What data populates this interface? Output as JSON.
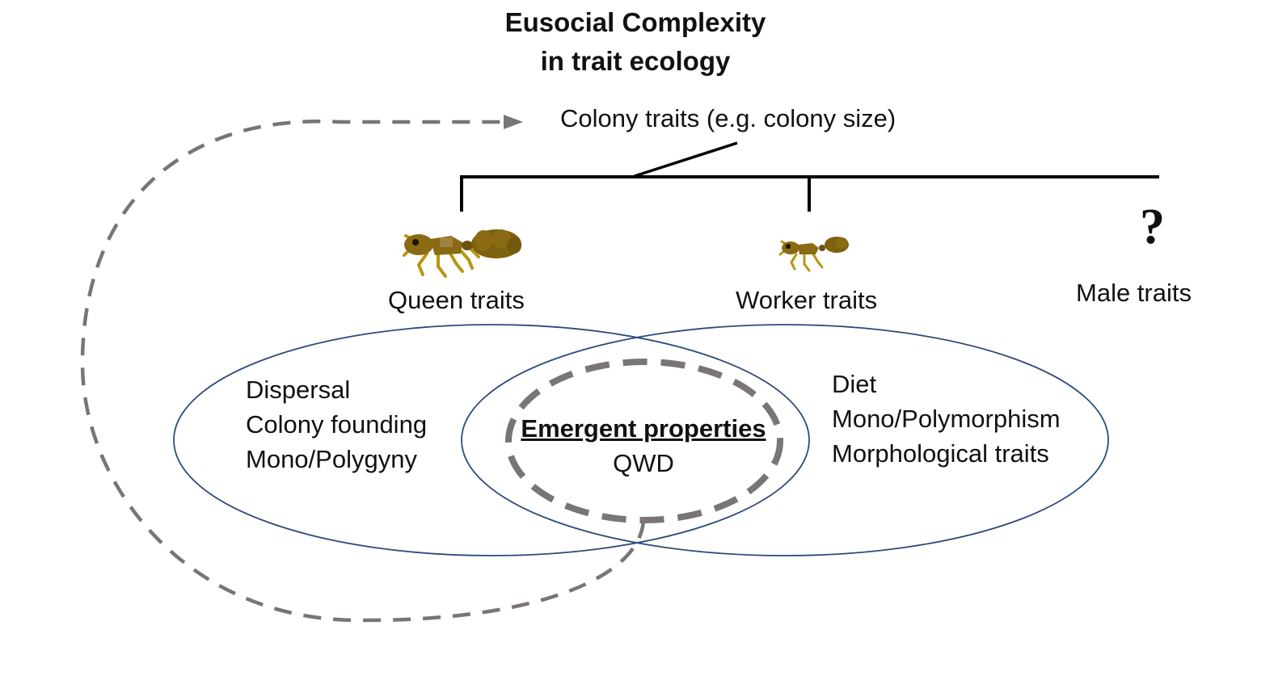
{
  "title": {
    "line1": "Eusocial Complexity",
    "line2": "in trait ecology"
  },
  "colony": {
    "label": "Colony traits (e.g. colony size)"
  },
  "castes": {
    "queen": {
      "label": "Queen traits",
      "icon": "queen-ant-icon"
    },
    "worker": {
      "label": "Worker traits",
      "icon": "worker-ant-icon"
    },
    "male": {
      "label": "Male traits",
      "icon": "question-mark-icon",
      "mark": "?"
    }
  },
  "queen_set": {
    "items": [
      "Dispersal",
      "Colony founding",
      "Mono/Polygyny"
    ]
  },
  "worker_set": {
    "items": [
      "Diet",
      "Mono/Polymorphism",
      "Morphological traits"
    ]
  },
  "overlap": {
    "heading": "Emergent properties",
    "item": "QWD"
  },
  "colors": {
    "ellipse_stroke": "#2c4a7c",
    "dashed_stroke": "#7a7575",
    "ant_body": "#8a6a12",
    "ant_dark": "#5a440a",
    "ant_leg": "#b8960f",
    "line": "#000000"
  }
}
